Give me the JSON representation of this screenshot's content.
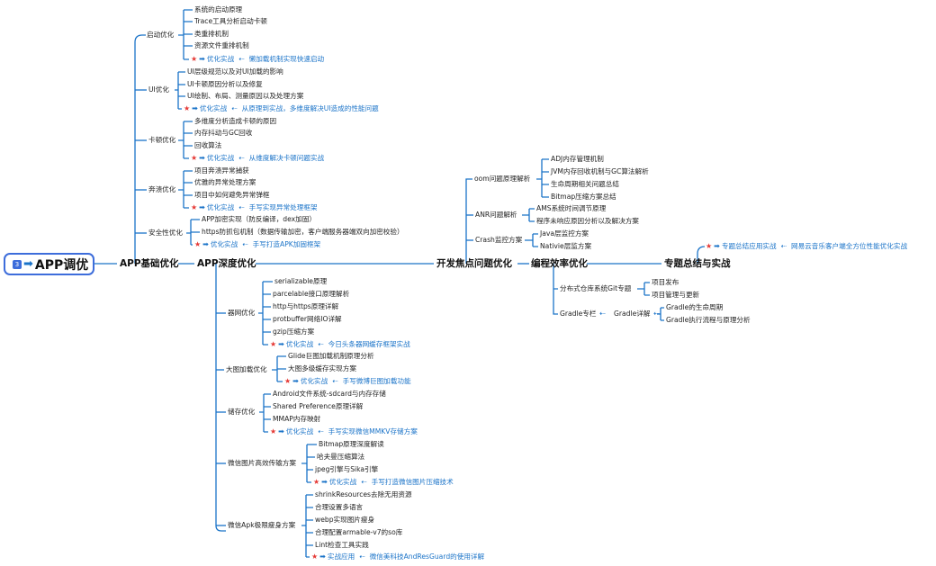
{
  "root": {
    "badge": "3",
    "title": "APP调优"
  },
  "main_nodes": [
    "APP基础优化",
    "APP深度优化",
    "开发焦点问题优化",
    "编程效率优化",
    "专题总结与实战"
  ],
  "categories": {
    "startup": "启动优化",
    "ui": "UI优化",
    "jank": "卡顿优化",
    "crash": "奔溃优化",
    "security": "安全性优化",
    "oom": "oom问题原理解析",
    "anr": "ANR问题解析",
    "crash_monitor": "Crash监控方案",
    "git": "分布式仓库系统Git专题",
    "gradle": "Gradle专栏",
    "gradle_detail": "Gradle详解",
    "network": "器网优化",
    "bigimage": "大图加载优化",
    "storage": "储存优化",
    "wechat_image": "微信图片高效传输方案",
    "apk": "微信Apk极限瘦身方案"
  },
  "leaves": {
    "startup": [
      "系统的启动原理",
      "Trace工具分析启动卡顿",
      "类重排机制",
      "资源文件重排机制"
    ],
    "ui": [
      "UI层级规范以及对UI加载的影响",
      "UI卡顿原因分析以及修复",
      "UI绘制、布局、测量原因以及处理方案"
    ],
    "jank": [
      "多维度分析造成卡顿的原因",
      "内存抖动与GC回收",
      "回收算法"
    ],
    "crash": [
      "项目奔溃异常捕获",
      "优雅的异常处理方案",
      "项目中如何避免异常弹框"
    ],
    "security": [
      "APP加密实现（防反编译，dex加固）",
      "https防抓包机制（数据传输加密，客户端服务器端双向加密校验）"
    ],
    "oom": [
      "ADJ内存管理机制",
      "JVM内存回收机制与GC算法解析",
      "生命周期相关问题总结",
      "Bitmap压缩方案总结"
    ],
    "anr": [
      "AMS系统时间调节原理",
      "程序未响应原因分析以及解决方案"
    ],
    "crash_monitor": [
      "Java层监控方案",
      "Nativie层监方案"
    ],
    "git": [
      "项目发布",
      "项目管理与更新"
    ],
    "gradle": [
      "Gradle的生命周期",
      "Gradle执行流程与原理分析"
    ],
    "network": [
      "serializable原理",
      "parcelable接口原理解析",
      "http与https原理详解",
      "protbuffer网络IO详解",
      "gzip压缩方案"
    ],
    "bigimage": [
      "Glide巨图加载机制原理分析",
      "大图多级缓存实现方案"
    ],
    "storage": [
      "Android文件系统-sdcard与内存存储",
      "Shared Preference原理详解",
      "MMAP内存映射"
    ],
    "wechat_image": [
      "Bitmap原理深度解读",
      "哈夫曼压缩算法",
      "jpeg引擎与Sika引擎"
    ],
    "apk": [
      "shrinkResources去除无用资源",
      "合理设置多语言",
      "webp实现图片瘦身",
      "合理配置armable-v7的so库",
      "Lint检查工具实践"
    ]
  },
  "tips": {
    "startup": {
      "label": "优化实战",
      "detail": "懒加载机制实现快速启动"
    },
    "ui": {
      "label": "优化实战",
      "detail": "从原理到实战，多维度解决UI造成的性能问题"
    },
    "jank": {
      "label": "优化实战",
      "detail": "从维度解决卡顿问题实战"
    },
    "crash": {
      "label": "优化实战",
      "detail": "手写实现异常处理框架"
    },
    "security": {
      "label": "优化实战",
      "detail": "手写打造APK加固框架"
    },
    "summary": {
      "label": "专题总结应用实战",
      "detail": "网易云音乐客户端全方位性能优化实战"
    },
    "network": {
      "label": "优化实战",
      "detail": "今日头条器网缓存框架实战"
    },
    "bigimage": {
      "label": "优化实战",
      "detail": "手写微博巨图加载功能"
    },
    "storage": {
      "label": "优化实战",
      "detail": "手写实现微信MMKV存储方案"
    },
    "wechat_image": {
      "label": "优化实战",
      "detail": "手写打造微信图片压缩技术"
    },
    "apk": {
      "label": "实战应用",
      "detail": "微信美科技AndResGuard的使用详解"
    }
  },
  "colors": {
    "line": "#1a73c8",
    "star": "#e53935",
    "root_border": "#3d6ddb",
    "tip_text": "#1a73c8"
  }
}
